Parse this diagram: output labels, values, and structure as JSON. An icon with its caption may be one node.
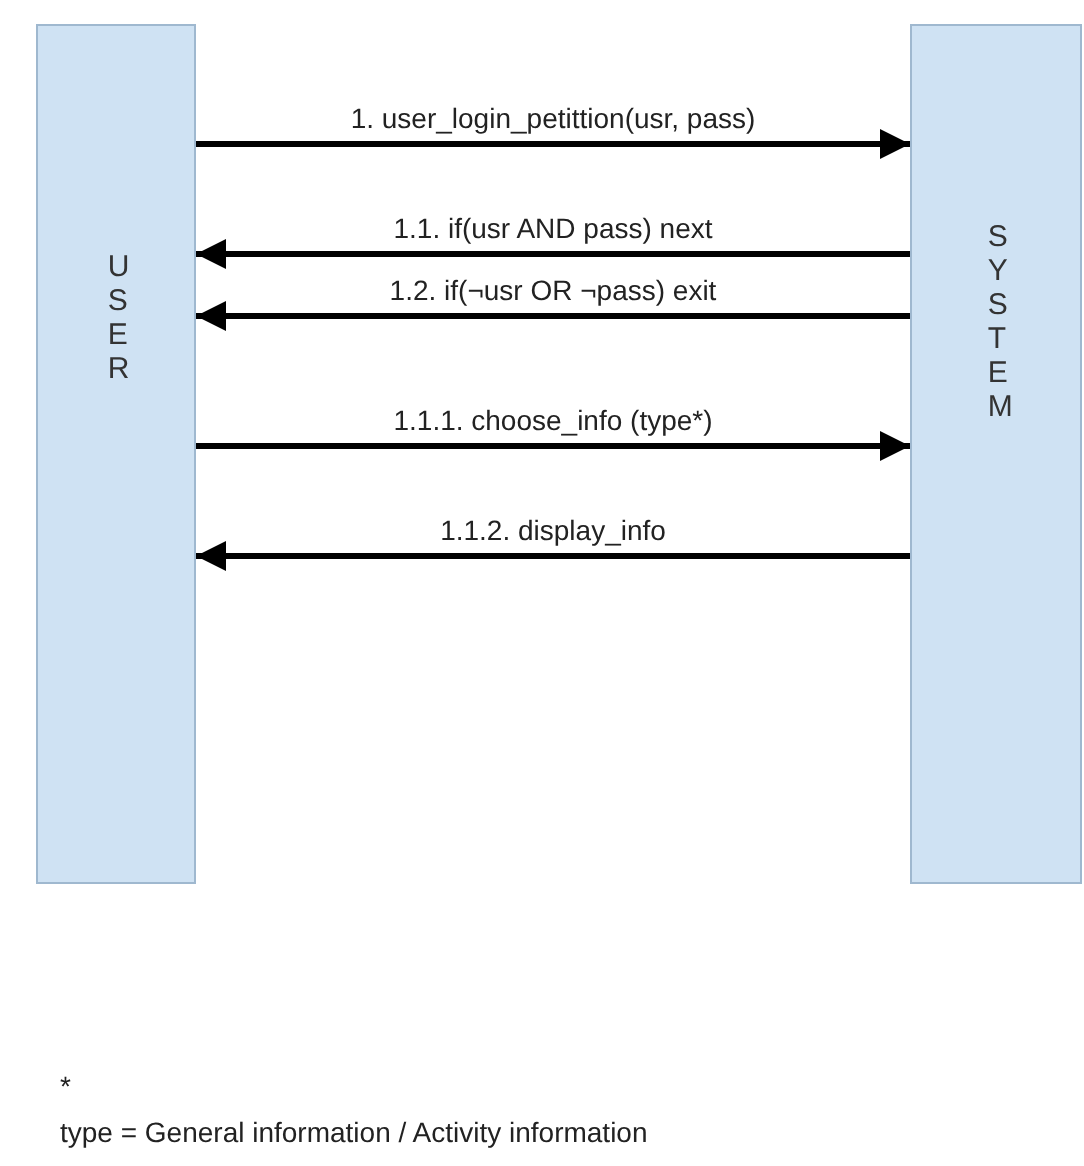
{
  "diagram": {
    "nodes": [
      {
        "text": [
          "USER"
        ]
      },
      {
        "text": [
          "SYSTEM"
        ]
      }
    ],
    "edges": [
      {
        "from": 0,
        "to": 1,
        "arrow": "to",
        "label": "1. user_login_petittion(usr, pass)"
      },
      {
        "from": 1,
        "to": 0,
        "arrow": "to",
        "label": "1.1. if(usr AND pass) next"
      },
      {
        "from": 1,
        "to": 0,
        "arrow": "to",
        "label": "1.2. if(¬usr OR ¬pass) exit"
      },
      {
        "from": 0,
        "to": 1,
        "arrow": "to",
        "label": "1.1.1. choose_info (type*)"
      },
      {
        "from": 1,
        "to": 0,
        "arrow": "to",
        "label": "1.1.2. display_info"
      }
    ],
    "labels": [
      "*",
      "type = General information / Activity information"
    ]
  }
}
